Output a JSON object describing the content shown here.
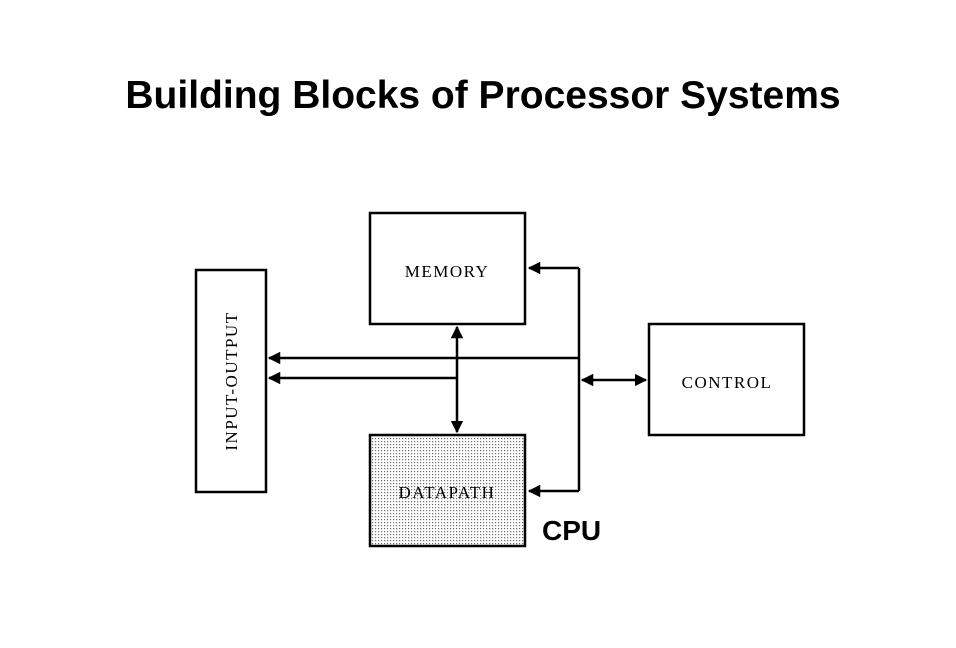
{
  "title": "Building Blocks of Processor Systems",
  "blocks": {
    "memory": "MEMORY",
    "input_output": "INPUT-OUTPUT",
    "control": "CONTROL",
    "datapath": "DATAPATH"
  },
  "cpu_label": "CPU",
  "colors": {
    "line": "#000000",
    "datapath_fill": "dotted gray"
  }
}
